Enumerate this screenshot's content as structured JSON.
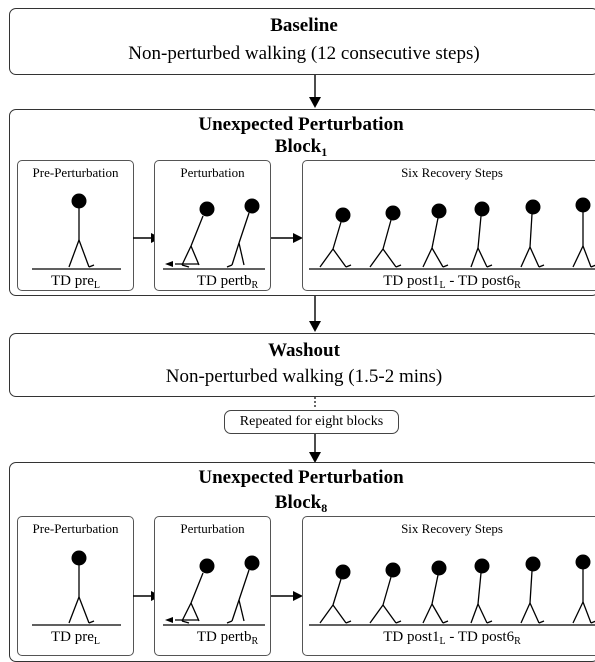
{
  "baseline": {
    "title": "Baseline",
    "subtitle": "Non-perturbed walking (12 consecutive steps)"
  },
  "blocks": [
    {
      "title": "Unexpected Perturbation",
      "block_label": "Block",
      "block_sub": "1",
      "pre": {
        "title": "Pre-Perturbation",
        "label": "TD pre",
        "label_sub": "L"
      },
      "pert": {
        "title": "Perturbation",
        "label": "TD pertb",
        "label_sub": "R"
      },
      "recovery": {
        "title": "Six Recovery Steps",
        "label_a": "TD post1",
        "sub_a": "L",
        "label_mid": " - TD post6",
        "sub_b": "R"
      }
    },
    {
      "title": "Unexpected Perturbation",
      "block_label": "Block",
      "block_sub": "8",
      "pre": {
        "title": "Pre-Perturbation",
        "label": "TD pre",
        "label_sub": "L"
      },
      "pert": {
        "title": "Perturbation",
        "label": "TD pertb",
        "label_sub": "R"
      },
      "recovery": {
        "title": "Six Recovery Steps",
        "label_a": "TD post1",
        "sub_a": "L",
        "label_mid": " - TD post6",
        "sub_b": "R"
      }
    }
  ],
  "washout": {
    "title": "Washout",
    "subtitle": "Non-perturbed walking (1.5-2 mins)"
  },
  "repeat_badge": "Repeated for eight blocks"
}
